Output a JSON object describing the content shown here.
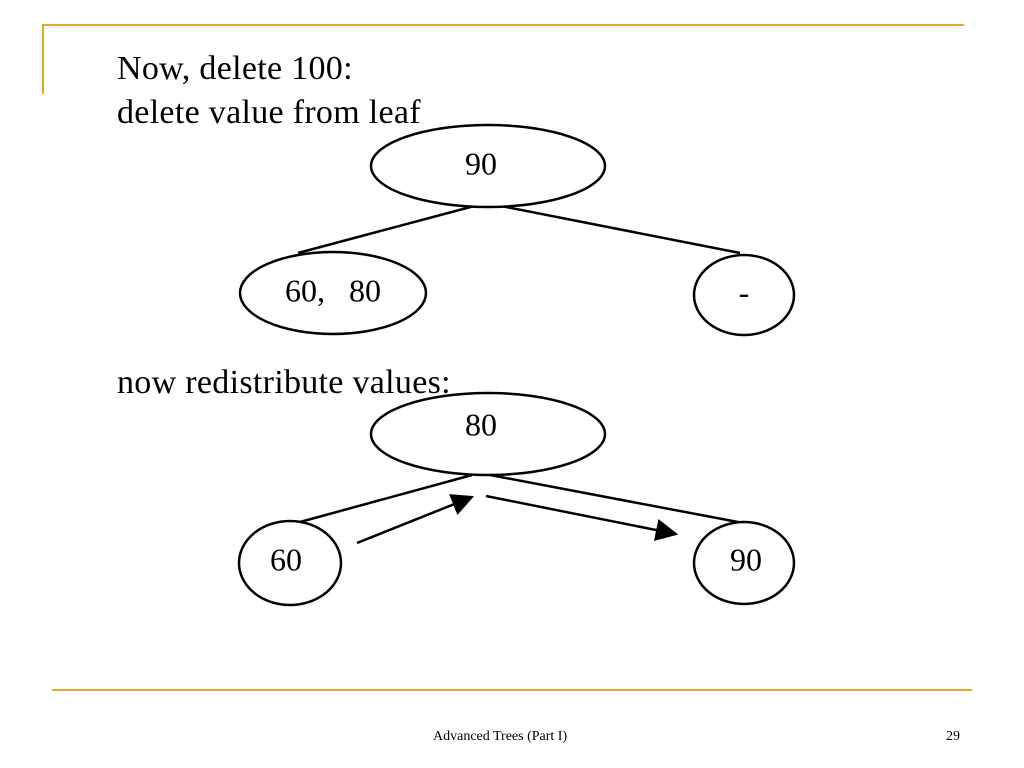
{
  "slide": {
    "heading_line1": "Now, delete 100:",
    "heading_line2": "delete value from leaf",
    "section2_text": "now redistribute values:",
    "footer_title": "Advanced Trees (Part I)",
    "page_number": "29"
  },
  "tree_before": {
    "root": "90",
    "left_leaf": "60,   80",
    "right_leaf": "-"
  },
  "tree_after": {
    "root": "80",
    "left_leaf": "60",
    "right_leaf": "90"
  },
  "colors": {
    "accent": "#e3a92a",
    "ink": "#000000"
  }
}
